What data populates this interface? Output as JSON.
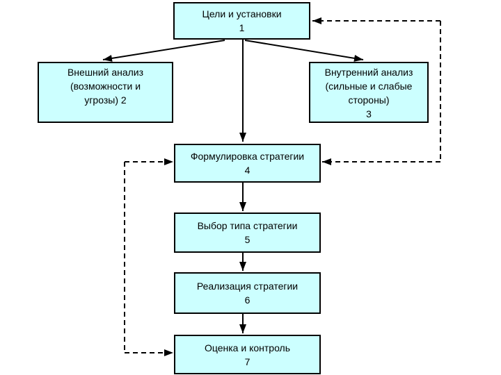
{
  "diagram": {
    "type": "flowchart",
    "language": "ru",
    "colors": {
      "background": "#ffffff",
      "box_fill": "#ccffff",
      "box_border": "#000000",
      "connector": "#000000"
    },
    "boxes": [
      {
        "id": "goals",
        "number": "1",
        "text": "Цели и установки\n1"
      },
      {
        "id": "external-analysis",
        "number": "2",
        "text": "Внешний анализ\n(возможности и\nугрозы) 2"
      },
      {
        "id": "internal-analysis",
        "number": "3",
        "text": "Внутренний анализ\n(сильные и слабые\nстороны)\n3"
      },
      {
        "id": "strategy-formulation",
        "number": "4",
        "text": "Формулировка стратегии\n4"
      },
      {
        "id": "strategy-type-selection",
        "number": "5",
        "text": "Выбор типа стратегии\n5"
      },
      {
        "id": "strategy-implementation",
        "number": "6",
        "text": "Реализация стратегии\n6"
      },
      {
        "id": "evaluation-and-control",
        "number": "7",
        "text": "Оценка и контроль\n7"
      }
    ],
    "connectors": [
      {
        "from": "1",
        "to": "2",
        "style": "solid"
      },
      {
        "from": "1",
        "to": "3",
        "style": "solid"
      },
      {
        "from": "1",
        "to": "4",
        "style": "solid"
      },
      {
        "from": "4",
        "to": "5",
        "style": "solid"
      },
      {
        "from": "5",
        "to": "6",
        "style": "solid"
      },
      {
        "from": "6",
        "to": "7",
        "style": "solid"
      },
      {
        "between": [
          "4",
          "7"
        ],
        "style": "dashed",
        "note": "left feedback loop, arrowheads into box 4 and box 7"
      },
      {
        "between": [
          "1",
          "4"
        ],
        "style": "dashed",
        "note": "right feedback loop, arrowheads into box 1 and box 4"
      }
    ]
  }
}
